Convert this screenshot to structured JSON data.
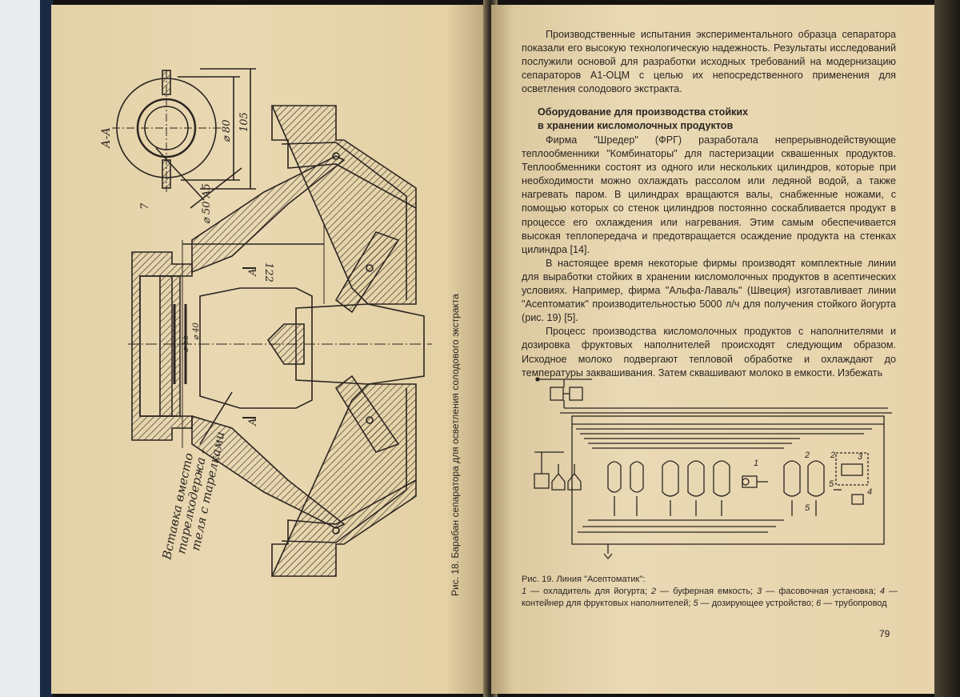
{
  "left_page": {
    "figure18": {
      "caption": "Рис. 18. Барабан сепаратора для осветления солодового экстракта",
      "section_label": "А-А",
      "dim_phi80": "⌀ 80",
      "dim_105": "105",
      "dim_phi50": "⌀ 50 А5",
      "dim_7": "7",
      "dim_122": "122",
      "dim_phi55": "⌀ 55",
      "dim_phi40": "⌀ 40",
      "section_mark_a": "А",
      "handwritten_line1": "Вставка вместо",
      "handwritten_line2": "тарелкодержа -",
      "handwritten_line3": "теля с тарелками"
    }
  },
  "right_page": {
    "intro_paragraph": "Производственные испытания экспериментального образца сепаратора показали его высокую технологическую надежность. Результаты исследований послужили основой для разработки исходных требований на модернизацию сепараторов А1-ОЦМ с целью их непосредственного применения для осветления солодового экстракта.",
    "heading_line1": "Оборудование для производства стойких",
    "heading_line2": "в хранении кисломолочных продуктов",
    "paragraph_1": "Фирма \"Шредер\" (ФРГ) разработала непрерывнодействующие теплообменники \"Комбинаторы\" для пастеризации сквашенных продуктов. Теплообменники состоят из одного или нескольких цилиндров, которые при необходимости можно охлаждать рассолом или ледяной водой, а также нагревать паром. В цилиндрах вращаются валы, снабженные ножами, с помощью которых со стенок цилиндров постоянно соскабливается продукт в процессе его охлаждения или нагревания. Этим самым обеспечивается высокая теплопередача и предотвращается осаждение продукта на стенках цилиндра [14].",
    "paragraph_2": "В настоящее время некоторые фирмы производят комплектные линии для выработки стойких в хранении кисломолочных продуктов в асептических условиях. Например, фирма \"Альфа-Лаваль\" (Швеция) изготавливает линии \"Асептоматик\" производительностью 5000 л/ч для получения стойкого йогурта (рис. 19) [5].",
    "paragraph_3": "Процесс производства кисломолочных продуктов с наполнителями и дозировка фруктовых наполнителей происходят следующим образом. Исходное молоко подвергают тепловой обработке и охлаждают до температуры заквашивания. Затем сквашивают молоко в емкости. Избежать",
    "figure19": {
      "labels": [
        "1",
        "2",
        "2",
        "3",
        "4",
        "5",
        "5"
      ],
      "caption_title": "Рис. 19. Линия \"Асептоматик\":",
      "legend": [
        {
          "num": "1",
          "text": " — охладитель для йогурта; "
        },
        {
          "num": "2",
          "text": " — буферная емкость; "
        },
        {
          "num": "3",
          "text": " — фасовочная установка;"
        },
        {
          "num": "4",
          "text": " — контейнер для фруктовых наполнителей; "
        },
        {
          "num": "5",
          "text": " — дозирующее устройство; "
        },
        {
          "num": "6",
          "text": " — трубопровод"
        }
      ]
    },
    "page_number": "79"
  }
}
